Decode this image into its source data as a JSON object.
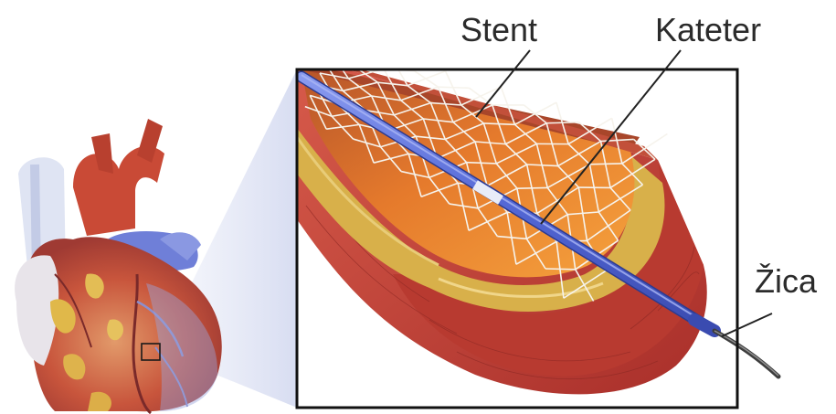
{
  "labels": {
    "stent": "Stent",
    "kateter": "Kateter",
    "zica": "Žica"
  },
  "colors": {
    "artery_wall": "#c8443a",
    "artery_inner": "#e9873a",
    "plaque": "#d9b24a",
    "stent_mesh": "#f4f1ea",
    "catheter": "#5a6fd8",
    "guide_wire": "#555555",
    "frame": "#111111"
  },
  "icons": [
    "heart-illustration",
    "artery-cross-section",
    "stent-mesh",
    "catheter",
    "guide-wire"
  ]
}
